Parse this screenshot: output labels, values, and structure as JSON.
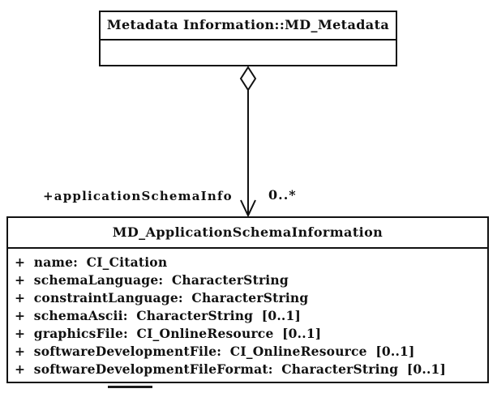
{
  "colors": {
    "line": "#111111",
    "background": "#ffffff",
    "text": "#111111"
  },
  "top_class": {
    "title": "Metadata Information::MD_Metadata"
  },
  "association": {
    "role_label": "+applicationSchemaInfo",
    "multiplicity": "0..*",
    "aggregation_icon": "hollow-diamond",
    "arrow_icon": "open-arrowhead"
  },
  "bottom_class": {
    "title": "MD_ApplicationSchemaInformation",
    "attributes": [
      "+ name: CI_Citation",
      "+ schemaLanguage: CharacterString",
      "+ constraintLanguage: CharacterString",
      "+ schemaAscii: CharacterString [0..1]",
      "+ graphicsFile: CI_OnlineResource [0..1]",
      "+ softwareDevelopmentFile: CI_OnlineResource [0..1]",
      "+ softwareDevelopmentFileFormat: CharacterString [0..1]"
    ]
  }
}
